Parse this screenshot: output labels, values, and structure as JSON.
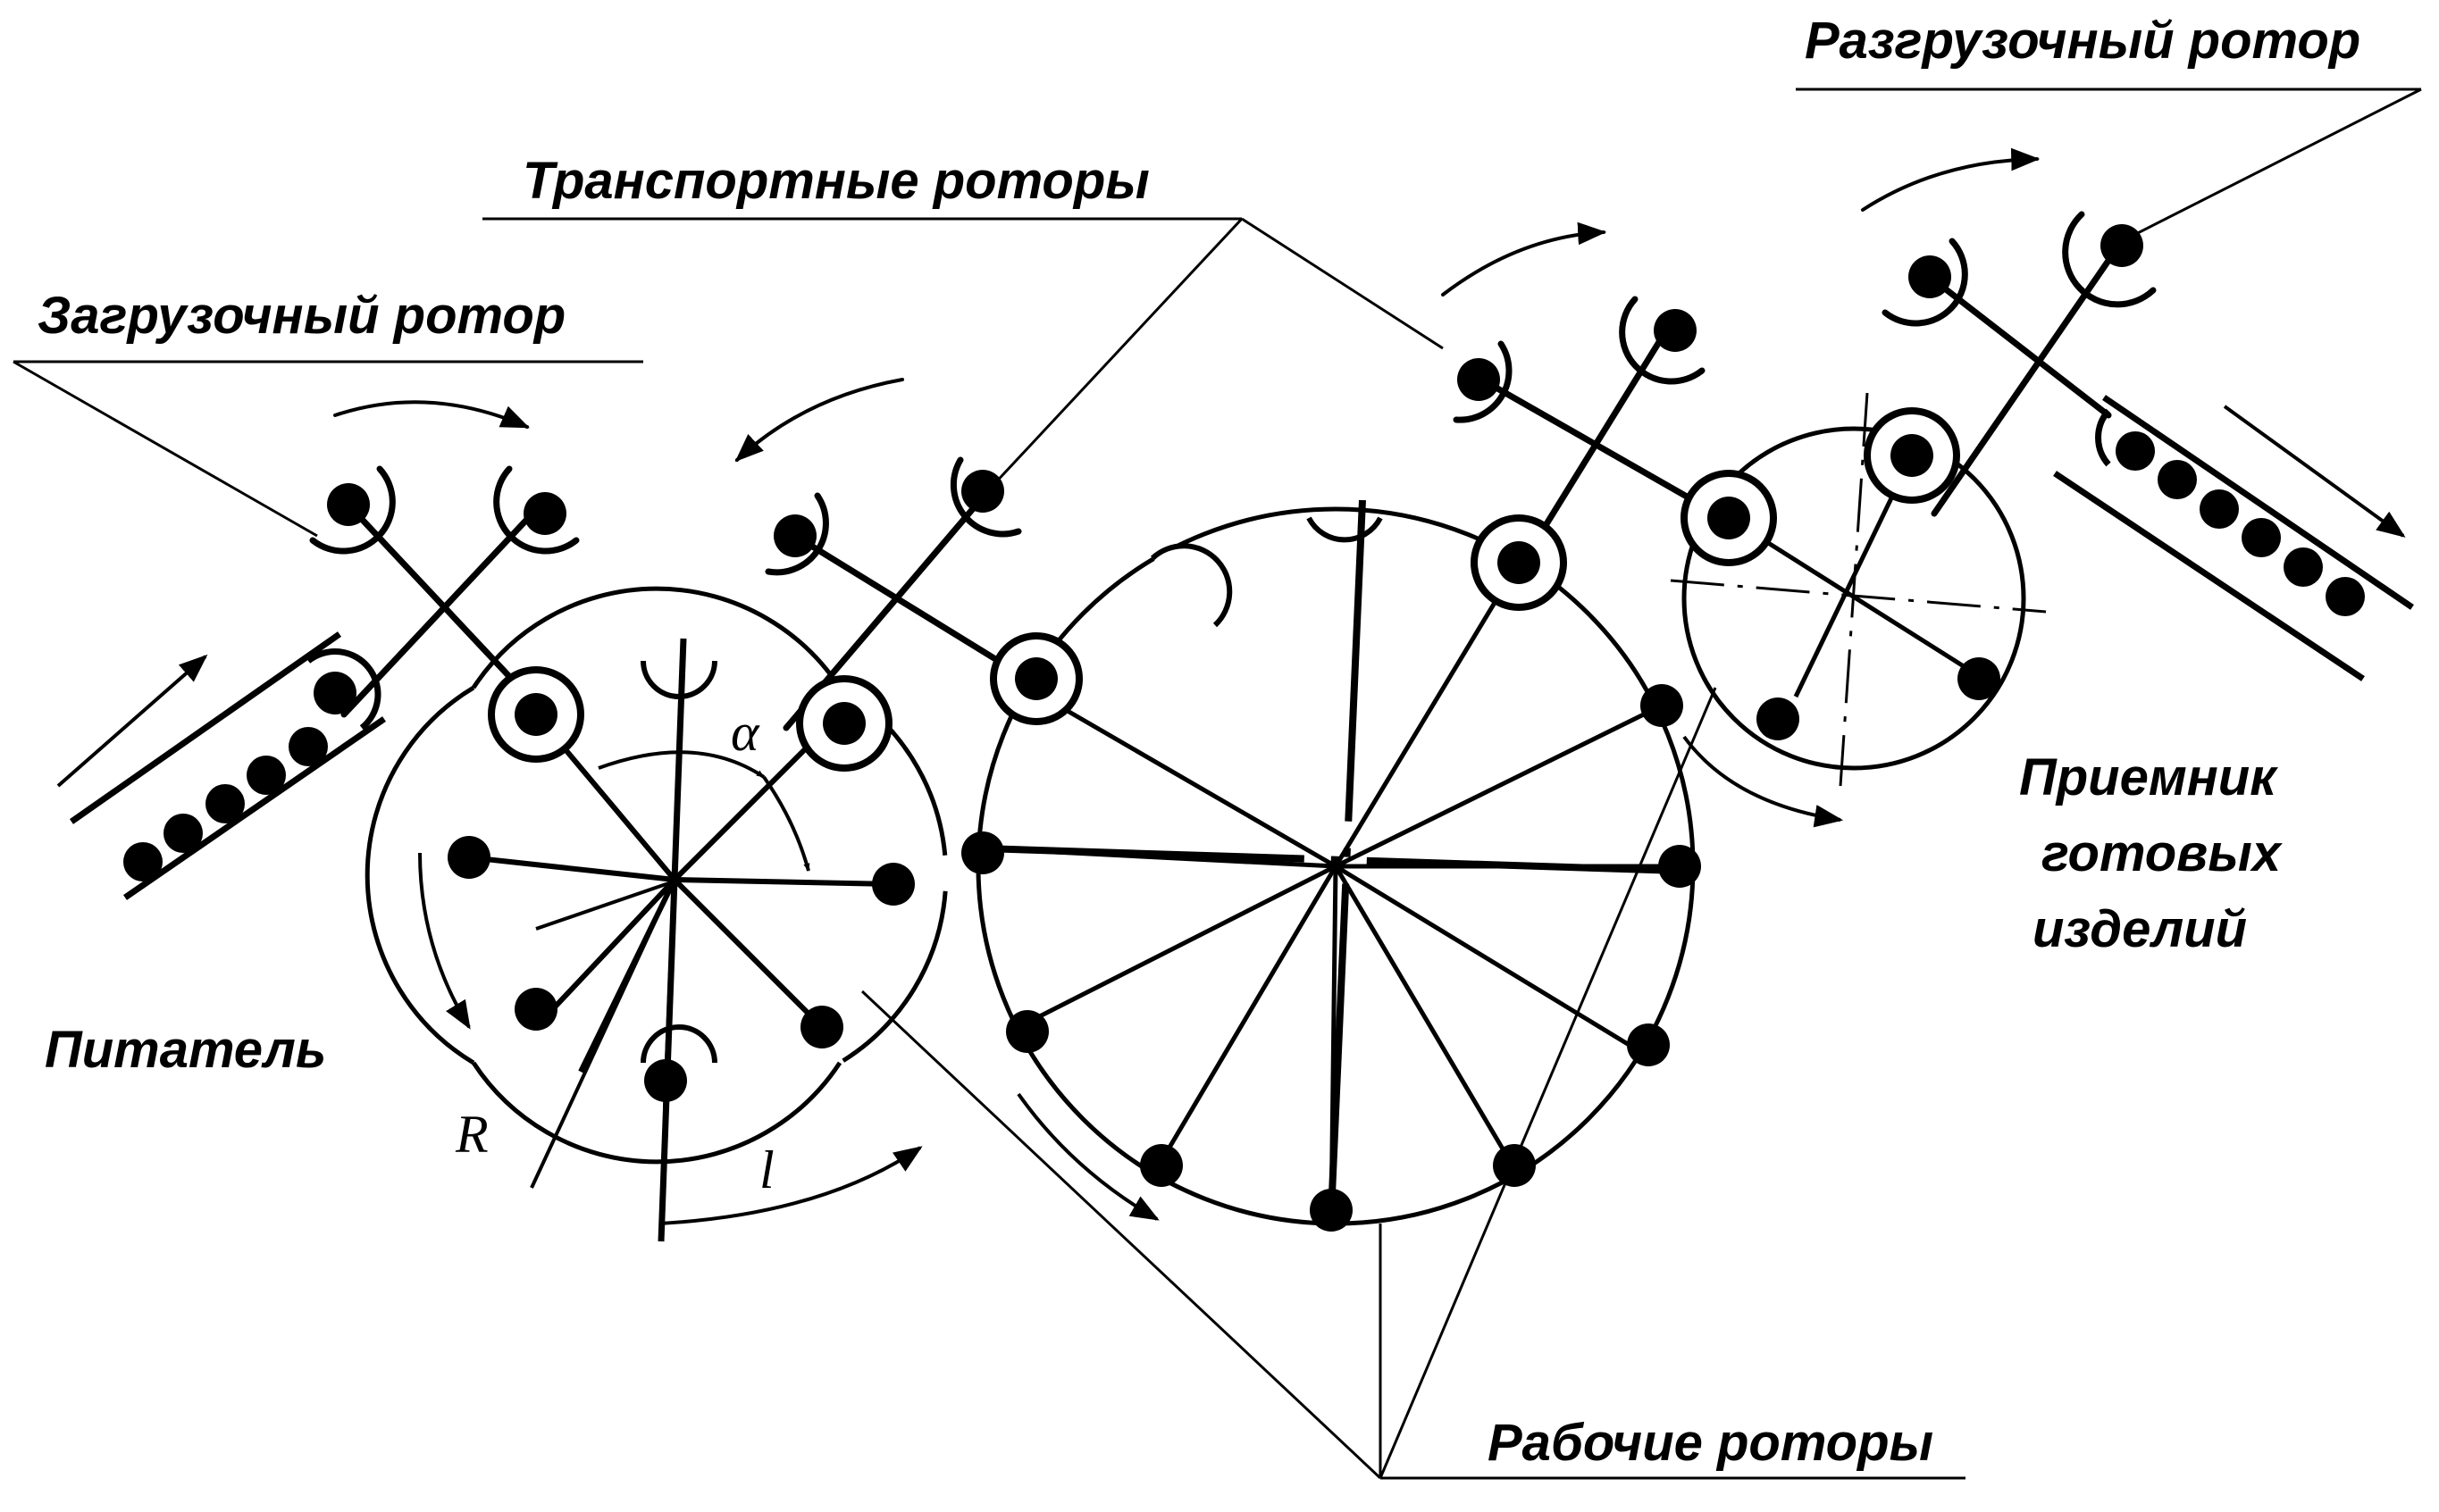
{
  "labels": {
    "unloading_rotor": "Разгрузочный ротор",
    "transport_rotors": "Транспортные роторы",
    "loading_rotor": "Загрузочный ротор",
    "feeder": "Питатель",
    "receiver_line1": "Приемник",
    "receiver_line2": "готовых",
    "receiver_line3": "изделий",
    "working_rotors": "Рабочие роторы"
  },
  "symbols": {
    "alpha": "α",
    "radius": "R",
    "pitch": "l"
  }
}
